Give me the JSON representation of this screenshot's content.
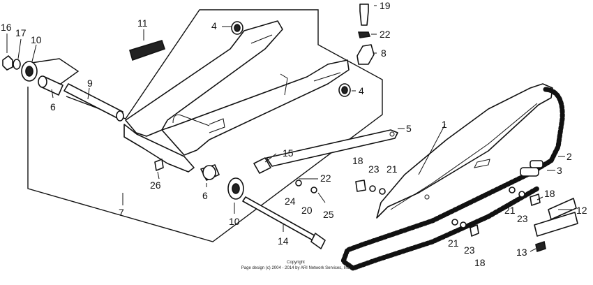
{
  "callouts": [
    "1",
    "2",
    "3",
    "4",
    "4",
    "5",
    "6",
    "6",
    "7",
    "8",
    "9",
    "10",
    "10",
    "11",
    "12",
    "13",
    "14",
    "15",
    "16",
    "17",
    "18",
    "18",
    "18",
    "19",
    "20",
    "21",
    "21",
    "21",
    "22",
    "22",
    "23",
    "23",
    "23",
    "24",
    "25",
    "26"
  ],
  "copyright": {
    "line1": "Copyright",
    "line2": "Page design (c) 2004 - 2014 by ARI Network Services, Inc."
  }
}
